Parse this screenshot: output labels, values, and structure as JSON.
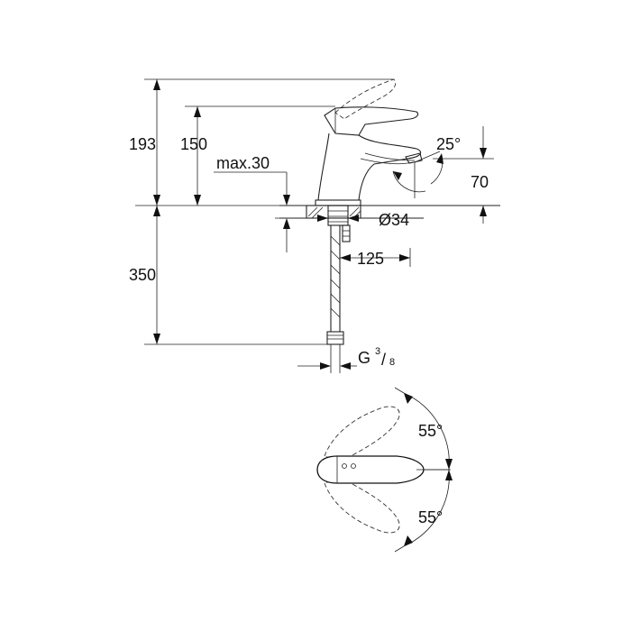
{
  "dimensions": {
    "total_height": "193",
    "handle_height": "150",
    "max_thickness": "max.30",
    "swivel_angle": "25°",
    "spout_height": "70",
    "hole_diameter": "Ø34",
    "projection": "125",
    "hose_length": "350",
    "thread_main": "G",
    "thread_num": "3",
    "thread_den": "8"
  },
  "top_view": {
    "angle_upper": "55°",
    "angle_lower": "55°"
  }
}
